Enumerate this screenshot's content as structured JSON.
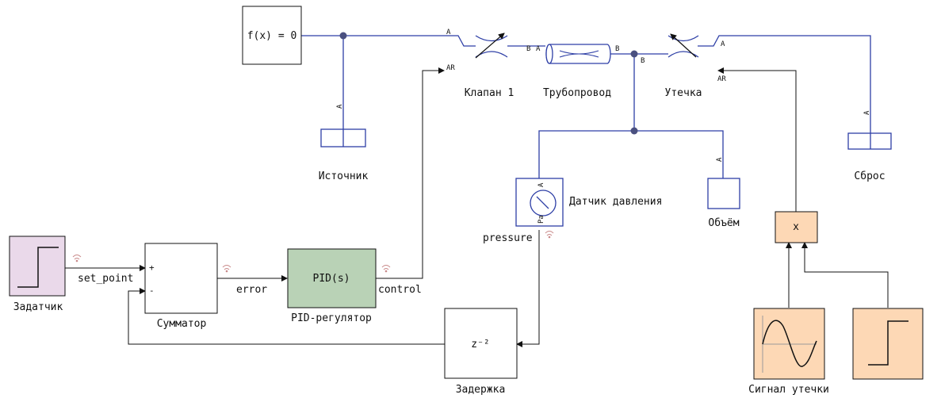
{
  "blocks": {
    "fx": "f(x) = 0",
    "source": "Источник",
    "valve": "Клапан 1",
    "pipe": "Трубопровод",
    "leak": "Утечка",
    "reset": "Сброс",
    "sensor": "Датчик давления",
    "volume": "Объём",
    "setter": "Задатчик",
    "summator": "Сумматор",
    "pid_inner": "PID(s)",
    "pid": "PID-регулятор",
    "delay_inner": "z⁻²",
    "delay": "Задержка",
    "mult": "x",
    "leak_signal": "Сигнал утечки"
  },
  "signals": {
    "set_point": "set_point",
    "error": "error",
    "control": "control",
    "pressure": "pressure"
  },
  "ports": {
    "a": "A",
    "b": "B",
    "ar": "AR",
    "pa": "Pa",
    "plus": "+",
    "minus": "-"
  },
  "colors": {
    "physical_line": "#2e3fa6",
    "signal_line": "#111111",
    "node": "#4a5080",
    "pid_fill": "#b9d2b6",
    "source_fill": "#fdd8b5",
    "setter_fill": "#ead9ea"
  }
}
